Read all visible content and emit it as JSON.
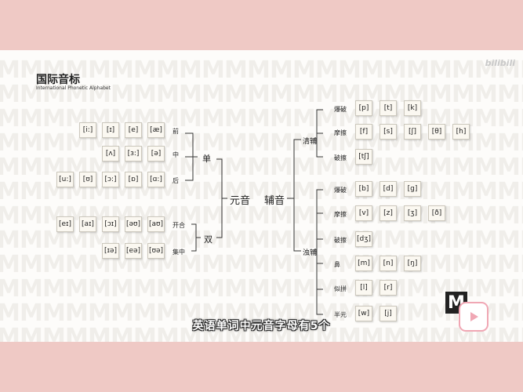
{
  "slide": {
    "title": "国际音标",
    "subtitle": "International Phonetic Alphabet",
    "logo": "bilibili",
    "main_label": "元音",
    "main_label_right": "辅音",
    "caption": "英语单词中元音字母有5个"
  },
  "vowels": {
    "single_label": "单",
    "double_label": "双",
    "rows": [
      {
        "tag": "前",
        "items": [
          "[i:]",
          "[ɪ]",
          "[e]",
          "[æ]"
        ]
      },
      {
        "tag": "中",
        "items": [
          "[ʌ]",
          "[ɜ:]",
          "[ə]"
        ]
      },
      {
        "tag": "后",
        "items": [
          "[u:]",
          "[ʊ]",
          "[ɔ:]",
          "[ɒ]",
          "[ɑ:]"
        ]
      },
      {
        "tag": "开合",
        "items": [
          "[eɪ]",
          "[aɪ]",
          "[ɔɪ]",
          "[əʊ]",
          "[aʊ]"
        ]
      },
      {
        "tag": "集中",
        "items": [
          "[ɪə]",
          "[eə]",
          "[ʊə]"
        ]
      }
    ]
  },
  "consonants": {
    "voiceless_label": "清辅",
    "voiced_label": "浊辅",
    "rows": [
      {
        "tag": "爆破",
        "items": [
          "[p]",
          "[t]",
          "[k]"
        ]
      },
      {
        "tag": "摩擦",
        "items": [
          "[f]",
          "[s]",
          "[ʃ]",
          "[θ]",
          "[h]"
        ]
      },
      {
        "tag": "破擦",
        "items": [
          "[tʃ]"
        ]
      },
      {
        "tag": "爆破",
        "items": [
          "[b]",
          "[d]",
          "[g]"
        ]
      },
      {
        "tag": "摩擦",
        "items": [
          "[v]",
          "[z]",
          "[ʒ]",
          "[ð]"
        ]
      },
      {
        "tag": "破擦",
        "items": [
          "[dʒ]"
        ]
      },
      {
        "tag": "鼻",
        "items": [
          "[m]",
          "[n]",
          "[ŋ]"
        ]
      },
      {
        "tag": "似拼",
        "items": [
          "[l]",
          "[r]"
        ]
      },
      {
        "tag": "半元",
        "items": [
          "[w]",
          "[j]"
        ]
      }
    ]
  }
}
